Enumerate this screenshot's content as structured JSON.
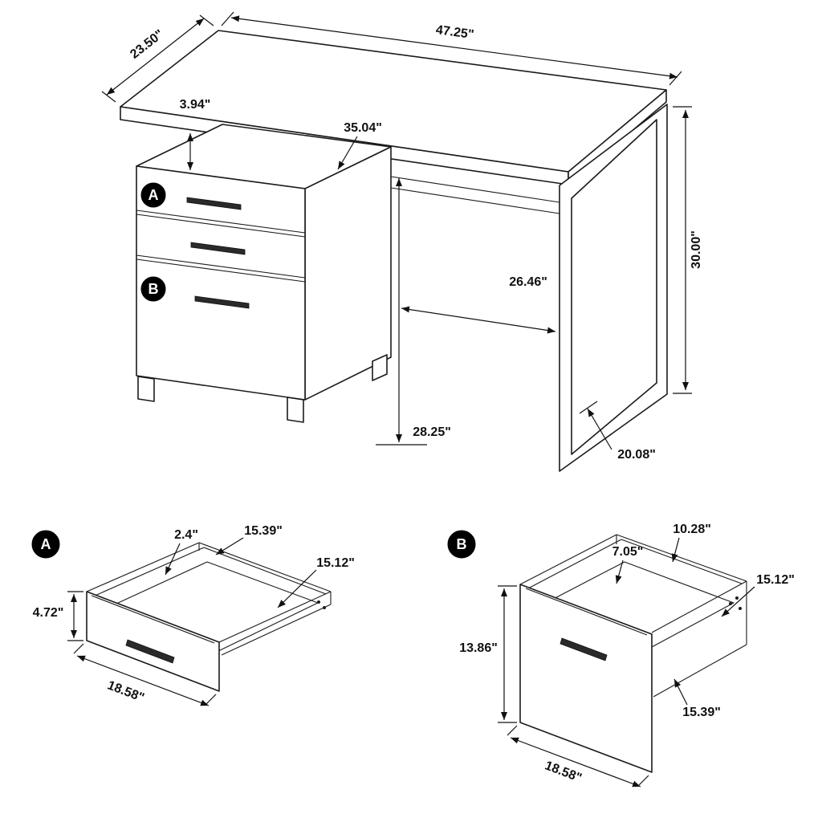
{
  "markers": {
    "a": "A",
    "b": "B"
  },
  "desk": {
    "top_width": "47.25\"",
    "top_depth": "23.50\"",
    "gap_height": "3.94\"",
    "rail_length": "35.04\"",
    "overall_height": "30.00\"",
    "knee_clearance": "26.46\"",
    "clearance_height": "28.25\"",
    "leg_depth": "20.08\""
  },
  "drawer_a": {
    "label": "A",
    "panel_thickness": "2.4\"",
    "inner_width": "15.39\"",
    "inner_depth": "15.12\"",
    "front_height": "4.72\"",
    "outer_width": "18.58\""
  },
  "drawer_b": {
    "label": "B",
    "back_height": "10.28\"",
    "side_height": "7.05\"",
    "inner_depth": "15.12\"",
    "front_height": "13.86\"",
    "inner_width": "15.39\"",
    "outer_width": "18.58\""
  }
}
